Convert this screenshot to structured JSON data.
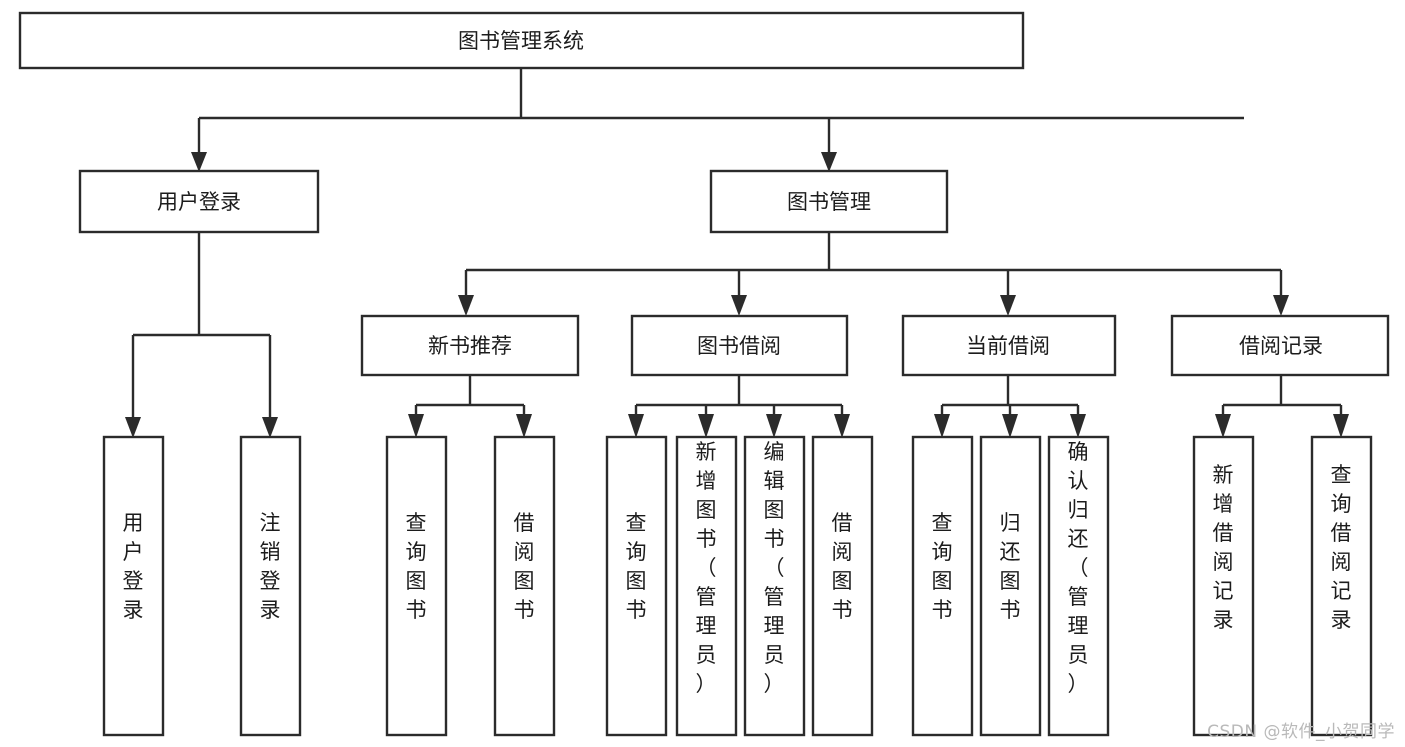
{
  "diagram": {
    "title": "图书管理系统",
    "type": "tree",
    "watermark": "CSDN @软件_小贺同学",
    "colors": {
      "stroke": "#2b2b2b",
      "fill": "#ffffff",
      "text": "#1c1c1c",
      "watermark": "#b9b9b9"
    },
    "root": {
      "label": "图书管理系统"
    },
    "level2": [
      {
        "label": "用户登录"
      },
      {
        "label": "图书管理"
      }
    ],
    "level3": [
      {
        "label": "新书推荐"
      },
      {
        "label": "图书借阅"
      },
      {
        "label": "当前借阅"
      },
      {
        "label": "借阅记录"
      }
    ],
    "leaves": {
      "user_login": [
        {
          "label": "用户登录"
        },
        {
          "label": "注销登录"
        }
      ],
      "new_book": [
        {
          "label": "查询图书"
        },
        {
          "label": "借阅图书"
        }
      ],
      "book_borrow": [
        {
          "label": "查询图书"
        },
        {
          "label": "新增图书（管理员）"
        },
        {
          "label": "编辑图书（管理员）"
        },
        {
          "label": "借阅图书"
        }
      ],
      "current_borrow": [
        {
          "label": "查询图书"
        },
        {
          "label": "归还图书"
        },
        {
          "label": "确认归还（管理员）"
        }
      ],
      "borrow_record": [
        {
          "label": "新增借阅记录"
        },
        {
          "label": "查询借阅记录"
        }
      ]
    }
  }
}
